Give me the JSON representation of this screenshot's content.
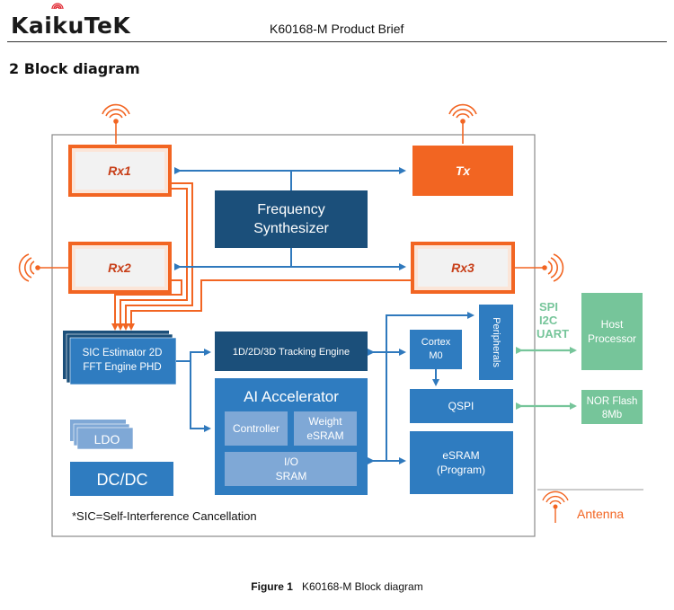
{
  "header": {
    "logo": "KaikuTeK",
    "title": "K60168-M Product Brief"
  },
  "section": {
    "title": "2  Block diagram"
  },
  "diagram": {
    "rx1": "Rx1",
    "tx": "Tx",
    "rx2": "Rx2",
    "rx3": "Rx3",
    "freq_synth_line1": "Frequency",
    "freq_synth_line2": "Synthesizer",
    "sic_line1": "SIC Estimator 2D",
    "sic_line2": "FFT Engine PHD",
    "tracking": "1D/2D/3D Tracking Engine",
    "ai_accel": "AI Accelerator",
    "controller": "Controller",
    "weight_line1": "Weight",
    "weight_line2": "eSRAM",
    "io_line1": "I/O",
    "io_line2": "SRAM",
    "cortex_line1": "Cortex",
    "cortex_line2": "M0",
    "peripherals": "Peripherals",
    "qspi": "QSPI",
    "esram_line1": "eSRAM",
    "esram_line2": "(Program)",
    "ldo": "LDO",
    "dcdc": "DC/DC",
    "spi": "SPI",
    "i2c": "I2C",
    "uart": "UART",
    "host_line1": "Host",
    "host_line2": "Processor",
    "nor_line1": "NOR Flash",
    "nor_line2": "8Mb",
    "footnote": "*SIC=Self-Interference Cancellation",
    "legend_antenna": "Antenna"
  },
  "caption": {
    "label": "Figure 1",
    "text": "K60168-M Block diagram"
  },
  "colors": {
    "orange": "#f26522",
    "navy": "#1b4f7a",
    "blue": "#2f7cc0",
    "light_blue": "#7fa8d6",
    "green": "#76c59a",
    "arrow_blue": "#2f79bd"
  }
}
